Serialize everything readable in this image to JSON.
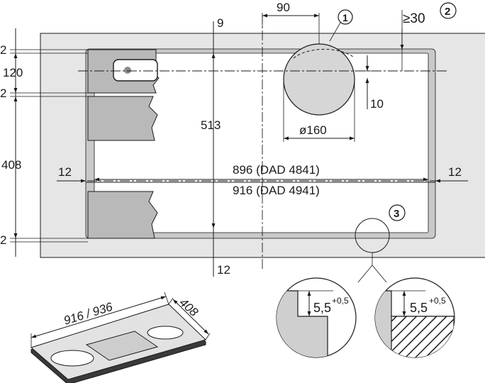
{
  "top_dims": {
    "offset_90": "90",
    "offset_9": "9",
    "min_clearance": "≥30"
  },
  "left_dims": {
    "gap_top": "2",
    "hole_120": "120",
    "gap_mid": "2",
    "depth_408": "408",
    "gap_bottom": "2"
  },
  "inner_dims": {
    "depth_513": "513",
    "small_10": "10",
    "diameter": "ø160",
    "side_left_12": "12",
    "side_right_12": "12",
    "width_896": "896 (DAD 4841)",
    "width_916": "916 (DAD 4941)",
    "bottom_12": "12"
  },
  "callouts": {
    "c1": "1",
    "c2": "2",
    "c3": "3"
  },
  "detail": {
    "left_value": "5,5",
    "left_tolerance": "+0,5",
    "right_value": "5,5",
    "right_tolerance": "+0,5"
  },
  "iso_view": {
    "length_label": "916 / 936",
    "depth_label": "408"
  }
}
